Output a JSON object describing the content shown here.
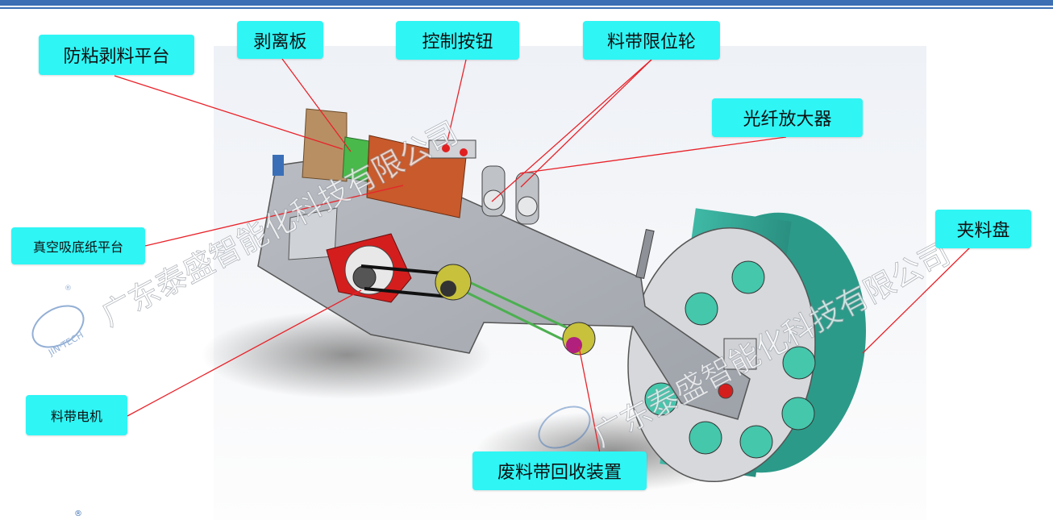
{
  "labels": {
    "anti_stick_platform": "防粘剥料平台",
    "peel_plate": "剥离板",
    "control_button": "控制按钮",
    "tape_limit_wheel": "料带限位轮",
    "fiber_amplifier": "光纤放大器",
    "vacuum_platform": "真空吸底纸平台",
    "reel_clamp": "夹料盘",
    "tape_motor": "料带电机",
    "waste_recovery": "废料带回收装置"
  },
  "watermark": {
    "company": "广东泰盛智能化科技有限公司",
    "logo_text": "JIN·TECH",
    "registered": "®"
  },
  "colors": {
    "label_bg": "#2ff5f5",
    "leader_line": "#e8232a",
    "header_bar": "#3c6fb3"
  }
}
